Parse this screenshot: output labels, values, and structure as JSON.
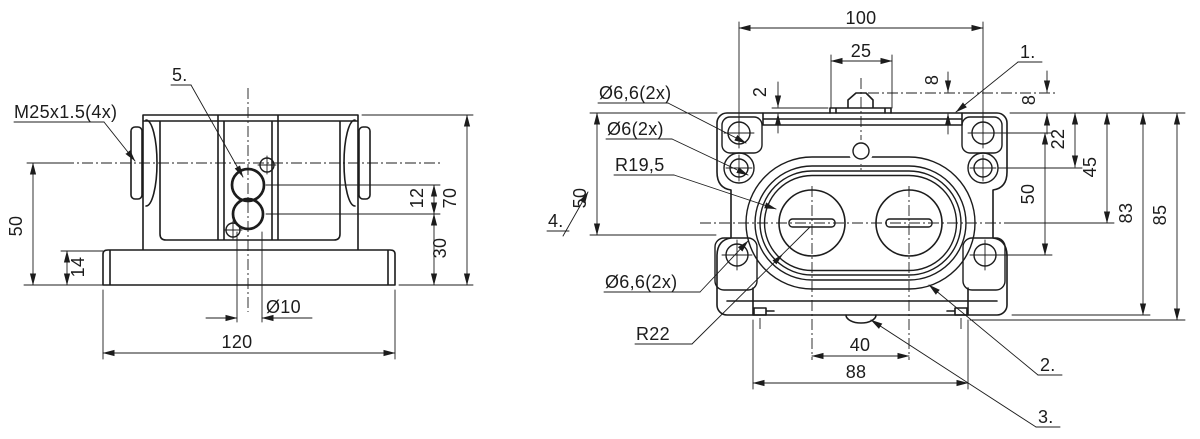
{
  "drawing": {
    "background": "#ffffff",
    "line_color": "#1c1c1c",
    "type": "2-view mechanical dimension drawing"
  },
  "left_view": {
    "thread_label": "M25x1.5(4x)",
    "callout_5": "5.",
    "dim_50": "50",
    "dim_14": "14",
    "dim_12": "12",
    "dim_30": "30",
    "dim_70": "70",
    "dim_dia10": "Ø10",
    "dim_120": "120"
  },
  "right_view": {
    "dim_100": "100",
    "dim_25": "25",
    "dim_2": "2",
    "dim_8a": "8",
    "dim_8b": "8",
    "dim_22": "22",
    "dim_45": "45",
    "dim_50_right": "50",
    "dim_83": "83",
    "dim_85": "85",
    "dim_50_left": "50",
    "dim_40": "40",
    "dim_88": "88",
    "label_hole_top": "Ø6,6(2x)",
    "label_hole_small": "Ø6(2x)",
    "label_radius_inner": "R19,5",
    "label_hole_bottom": "Ø6,6(2x)",
    "label_radius_outer": "R22",
    "callout_1": "1.",
    "callout_2": "2.",
    "callout_3": "3.",
    "callout_4": "4."
  }
}
